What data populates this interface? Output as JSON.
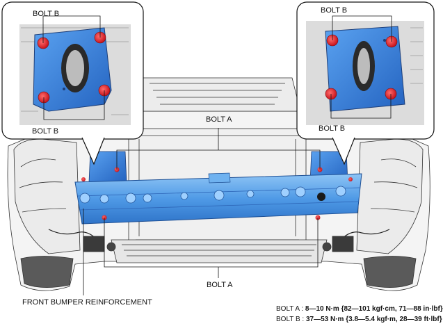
{
  "labels": {
    "bolt_b_left_top": "BOLT B",
    "bolt_b_left_bottom": "BOLT B",
    "bolt_b_right_top": "BOLT B",
    "bolt_b_right_bottom": "BOLT B",
    "bolt_a_top": "BOLT A",
    "bolt_a_bottom": "BOLT A",
    "front_bumper_reinforcement": "FRONT BUMPER REINFORCEMENT"
  },
  "specs": {
    "bolt_a_name": "BOLT A :",
    "bolt_a_value": "8—10 N·m {82—101 kgf·cm, 71—88 in·lbf}",
    "bolt_b_name": "BOLT B :",
    "bolt_b_value": "37—53 N·m {3.8—5.4 kgf·m, 28—39 ft·lbf}"
  },
  "colors": {
    "reinforcement": "#4a90e2",
    "bolt": "#e0202a",
    "bracket": "#3a78d8"
  }
}
